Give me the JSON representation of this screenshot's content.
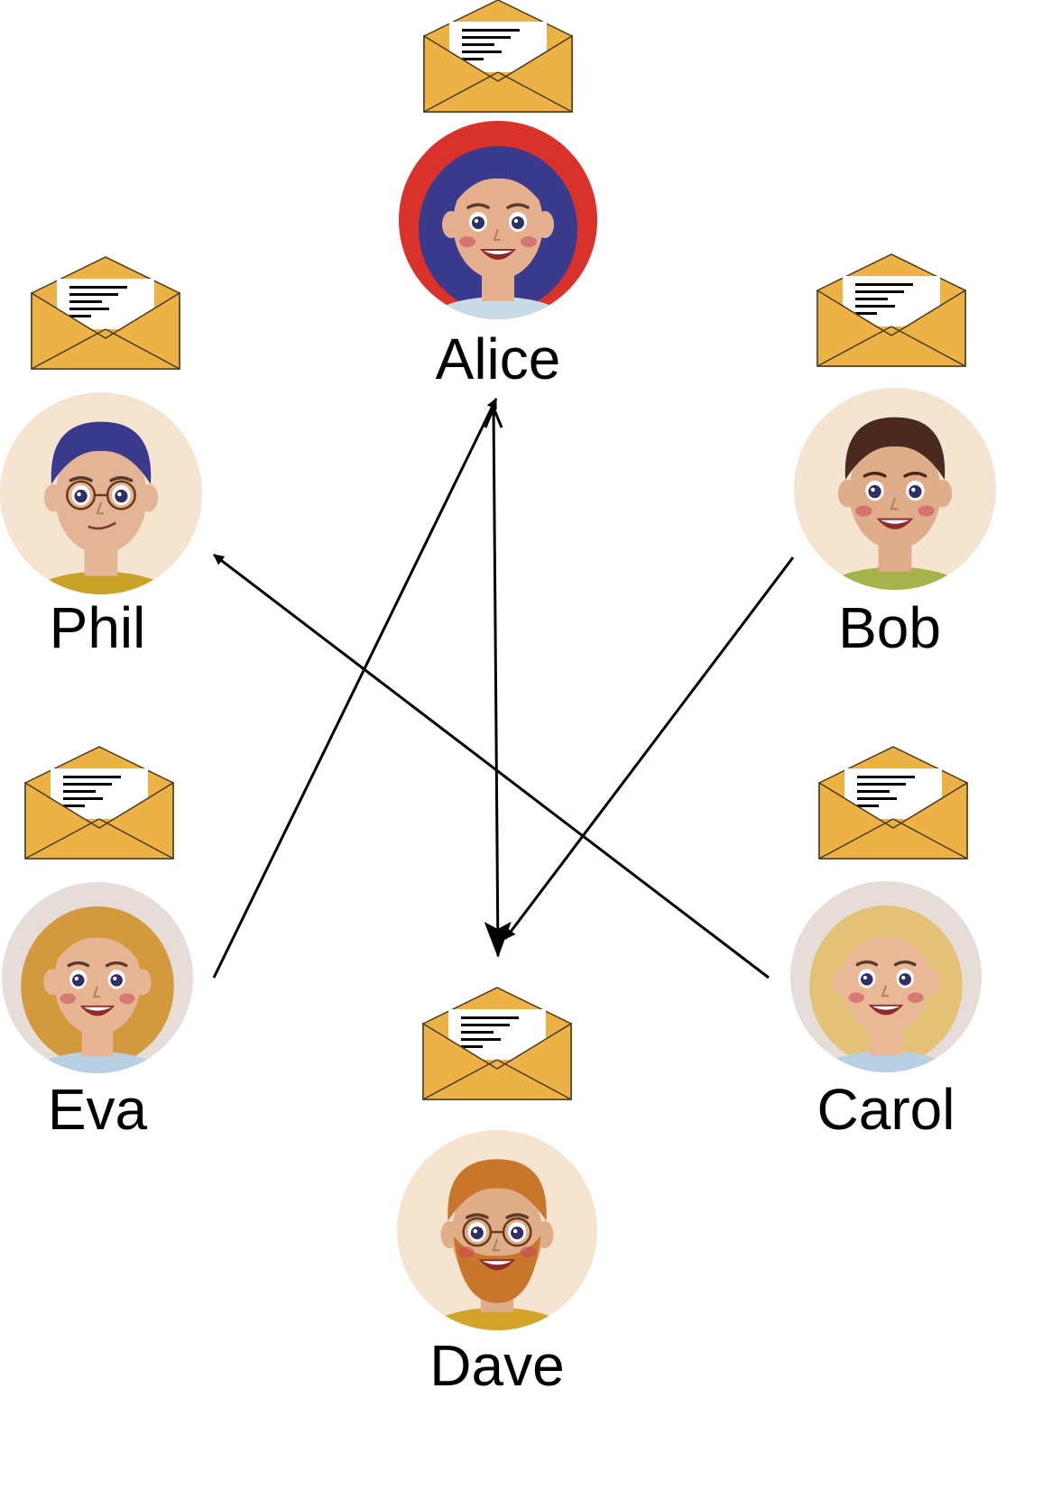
{
  "people": [
    {
      "id": "alice",
      "name": "Alice",
      "background": "#d8322b",
      "skin": "#e4b08e",
      "hair": "#3a3a8c",
      "clothing": "#c9dbe6"
    },
    {
      "id": "phil",
      "name": "Phil",
      "background": "#f5e4d0",
      "skin": "#e3b596",
      "hair": "#3a3a8c",
      "clothing": "#c9a227"
    },
    {
      "id": "bob",
      "name": "Bob",
      "background": "#f5e4d0",
      "skin": "#dfad8a",
      "hair": "#4a2a1c",
      "clothing": "#a6b24a"
    },
    {
      "id": "eva",
      "name": "Eva",
      "background": "#e6ddd8",
      "skin": "#e7b594",
      "hair": "#d29a3c",
      "clothing": "#b9cfe2"
    },
    {
      "id": "carol",
      "name": "Carol",
      "background": "#e6ddd8",
      "skin": "#e9b897",
      "hair": "#e3c278",
      "clothing": "#b9cfe2"
    },
    {
      "id": "dave",
      "name": "Dave",
      "background": "#f5e4d0",
      "skin": "#e0ad89",
      "hair": "#c8762c",
      "clothing": "#d3a42a"
    }
  ],
  "messages": [
    {
      "from": "alice",
      "to": "dave"
    },
    {
      "from": "eva",
      "to": "alice"
    },
    {
      "from": "carol",
      "to": "phil"
    },
    {
      "from": "bob",
      "to": "dave"
    }
  ],
  "colors": {
    "envelope": "#ecb246",
    "envelope_line": "#4a3a1a",
    "letter": "#ffffff",
    "arrow": "#000000"
  },
  "icons": {
    "envelope": "open-envelope-icon",
    "avatar": "person-avatar-icon"
  }
}
